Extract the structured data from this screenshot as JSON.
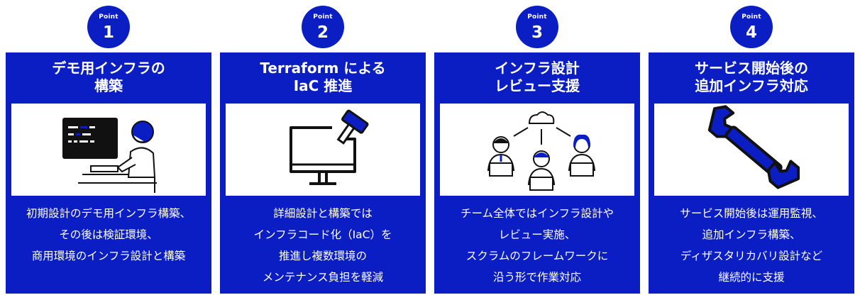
{
  "badge_label": "Point",
  "cards": [
    {
      "number": "1",
      "title": [
        "デモ用インフラの",
        "構築"
      ],
      "description": [
        "初期設計のデモ用インフラ構築、",
        "その後は検証環境、",
        "商用環境のインフラ設計と構築"
      ],
      "icon": "developer-at-computer-icon"
    },
    {
      "number": "2",
      "title": [
        "Terraform による",
        "IaC 推進"
      ],
      "description": [
        "詳細設計と構築では",
        "インフラコード化（IaC）を",
        "推進し複数環境の",
        "メンテナンス負担を軽減"
      ],
      "icon": "monitor-hammer-icon"
    },
    {
      "number": "3",
      "title": [
        "インフラ設計",
        "レビュー支援"
      ],
      "description": [
        "チーム全体ではインフラ設計や",
        "レビュー実施、",
        "スクラムのフレームワークに",
        "沿う形で作業対応"
      ],
      "icon": "team-cloud-icon"
    },
    {
      "number": "4",
      "title": [
        "サービス開始後の",
        "追加インフラ対応"
      ],
      "description": [
        "サービス開始後は運用監視、",
        "追加インフラ構築、",
        "ディザスタリカバリ設計など",
        "継続的に支援"
      ],
      "icon": "wrench-icon"
    }
  ],
  "colors": {
    "brand_blue": "#0b1ec4",
    "panel_white": "#ffffff",
    "ink": "#111111"
  }
}
